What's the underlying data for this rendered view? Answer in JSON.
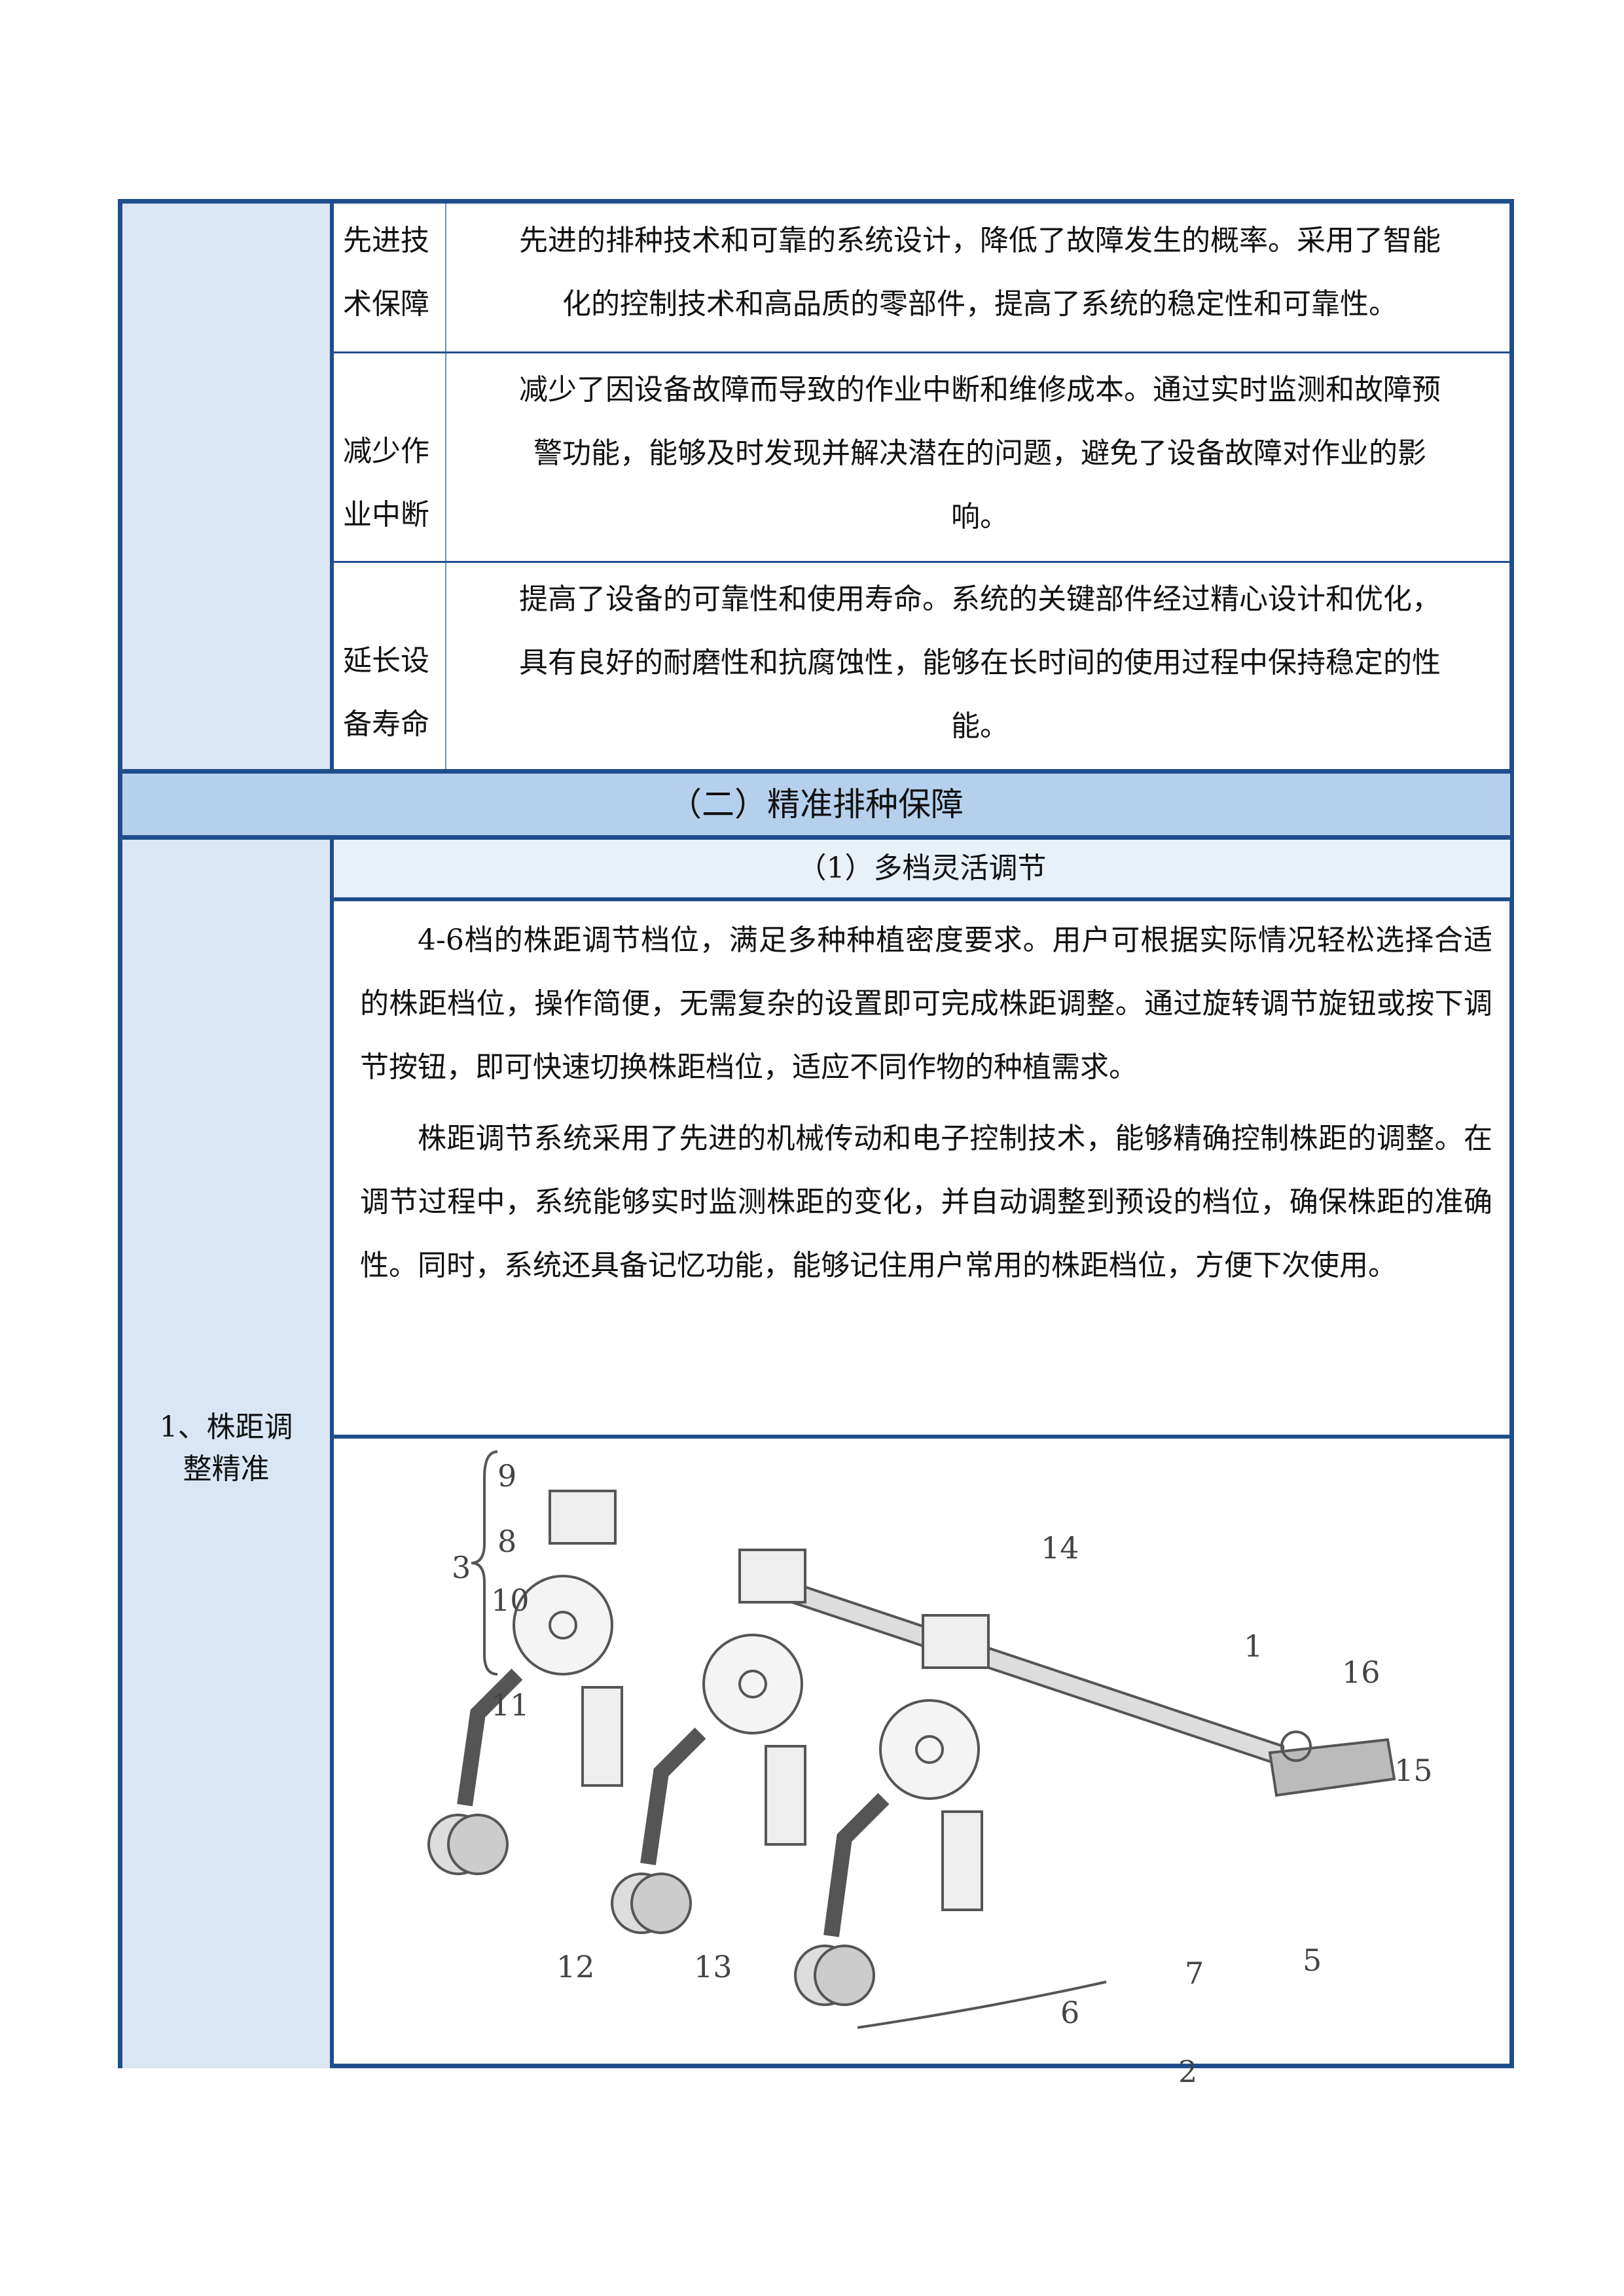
{
  "section1_rows": [
    {
      "label": "先进技术保障",
      "label_lines": [
        "先进技",
        "术保障"
      ],
      "lines": [
        "先进的排种技术和可靠的系统设计，降低了故障发生的概率。采用了智能",
        "化的控制技术和高品质的零部件，提高了系统的稳定性和可靠性。"
      ]
    },
    {
      "label": "减少作业中断",
      "label_lines": [
        "减少作",
        "业中断"
      ],
      "lines": [
        "减少了因设备故障而导致的作业中断和维修成本。通过实时监测和故障预",
        "警功能，能够及时发现并解决潜在的问题，避免了设备故障对作业的影",
        "响。"
      ]
    },
    {
      "label": "延长设备寿命",
      "label_lines": [
        "延长设",
        "备寿命"
      ],
      "lines": [
        "提高了设备的可靠性和使用寿命。系统的关键部件经过精心设计和优化，",
        "具有良好的耐磨性和抗腐蚀性，能够在长时间的使用过程中保持稳定的性",
        "能。"
      ]
    }
  ],
  "section_header": "（二）精准排种保障",
  "item": {
    "label_lines": [
      "1、株距调",
      "整精准"
    ],
    "subheader": "（1）多档灵活调节",
    "paragraphs": [
      "4-6档的株距调节档位，满足多种种植密度要求。用户可根据实际情况轻松选择合适的株距档位，操作简便，无需复杂的设置即可完成株距调整。通过旋转调节旋钮或按下调节按钮，即可快速切换株距档位，适应不同作物的种植需求。",
      "株距调节系统采用了先进的机械传动和电子控制技术，能够精确控制株距的调整。在调节过程中，系统能够实时监测株距的变化，并自动调整到预设的档位，确保株距的准确性。同时，系统还具备记忆功能，能够记住用户常用的株距档位，方便下次使用。"
    ],
    "figure_labels": [
      "1",
      "2",
      "3",
      "5",
      "6",
      "7",
      "8",
      "9",
      "10",
      "11",
      "12",
      "13",
      "14",
      "15",
      "16"
    ]
  },
  "colors": {
    "border": "#1f4e8c",
    "left_cell": "#dae6f3",
    "section_header_bg": "#b4d0ec",
    "subheader_bg": "#e8f0f8"
  }
}
